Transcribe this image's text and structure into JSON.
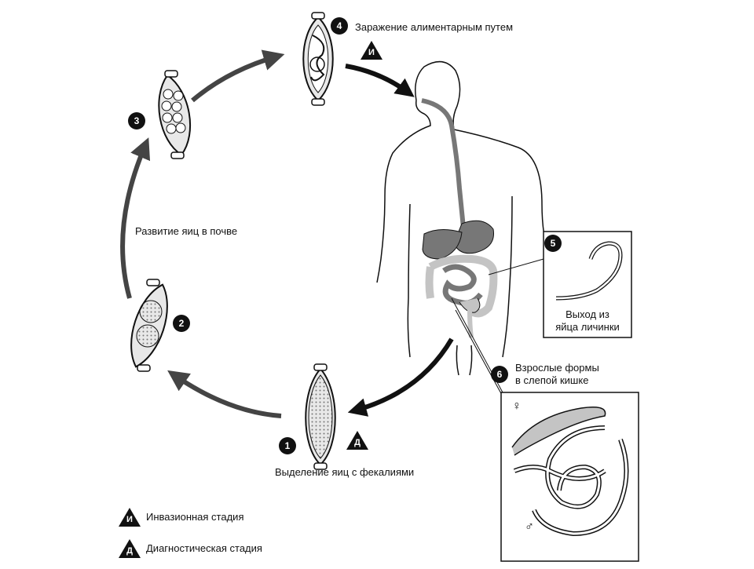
{
  "steps": {
    "s1": {
      "num": "1",
      "caption": "Выделение яиц с фекалиями"
    },
    "s2": {
      "num": "2"
    },
    "s3": {
      "num": "3"
    },
    "s4": {
      "num": "4",
      "caption": "Заражение алиментарным путем"
    },
    "s5": {
      "num": "5",
      "caption_line1": "Выход из",
      "caption_line2": "яйца личинки"
    },
    "s6": {
      "num": "6",
      "caption_line1": "Взрослые формы",
      "caption_line2": "в слепой кишке"
    }
  },
  "soil_label": "Развитие яиц в почве",
  "stage_marks": {
    "invasive": "И",
    "diagnostic": "Д"
  },
  "sex_marks": {
    "female": "♀",
    "male": "♂"
  },
  "legend": [
    {
      "mark": "И",
      "label": "Инвазионная стадия"
    },
    {
      "mark": "Д",
      "label": "Диагностическая стадия"
    }
  ],
  "colors": {
    "ink": "#111111",
    "arrow": "#444444",
    "organ_dark": "#777777",
    "organ_light": "#c4c4c4",
    "egg_shell": "#e8e8e8"
  }
}
